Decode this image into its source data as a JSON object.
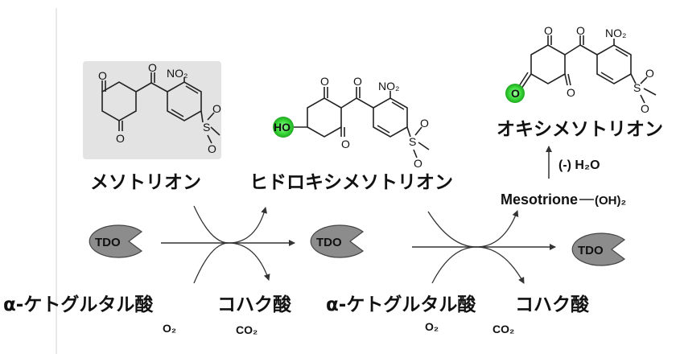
{
  "labels": {
    "mesotrione": "メソトリオン",
    "hydroxy_mesotrione": "ヒドロキシメソトリオン",
    "oxy_mesotrione": "オキシメソトリオン",
    "alpha_kg_1": "α-ケトグルタル酸",
    "succinate_1": "コハク酸",
    "alpha_kg_2": "α-ケトグルタル酸",
    "succinate_2": "コハク酸",
    "dehydration": "(-) H₂O",
    "mesotrione_oh2": "Mesotrione",
    "oh2_group": "(OH)₂",
    "o2_1": "O₂",
    "co2_1": "CO₂",
    "o2_2": "O₂",
    "co2_2": "CO₂"
  },
  "enzymes": [
    "TDO",
    "TDO",
    "TDO"
  ],
  "molecules": {
    "m1": {
      "O_a": "O",
      "O_b": "O",
      "O_c": "O",
      "NO2": "NO₂",
      "S": "S",
      "SO_a": "O",
      "SO_b": "O"
    },
    "m2": {
      "O_a": "O",
      "O_b": "O",
      "O_c": "O",
      "NO2": "NO₂",
      "S": "S",
      "SO_a": "O",
      "SO_b": "O",
      "HO": "HO"
    },
    "m3": {
      "O_a": "O",
      "O_b": "O",
      "O_c": "O",
      "NO2": "NO₂",
      "S": "S",
      "SO_a": "O",
      "SO_b": "O",
      "O_green": "O"
    }
  },
  "colors": {
    "highlight_green": "#3ddc3d",
    "enzyme_fill": "#8c8c8c",
    "box_fill": "#e3e3e3"
  }
}
